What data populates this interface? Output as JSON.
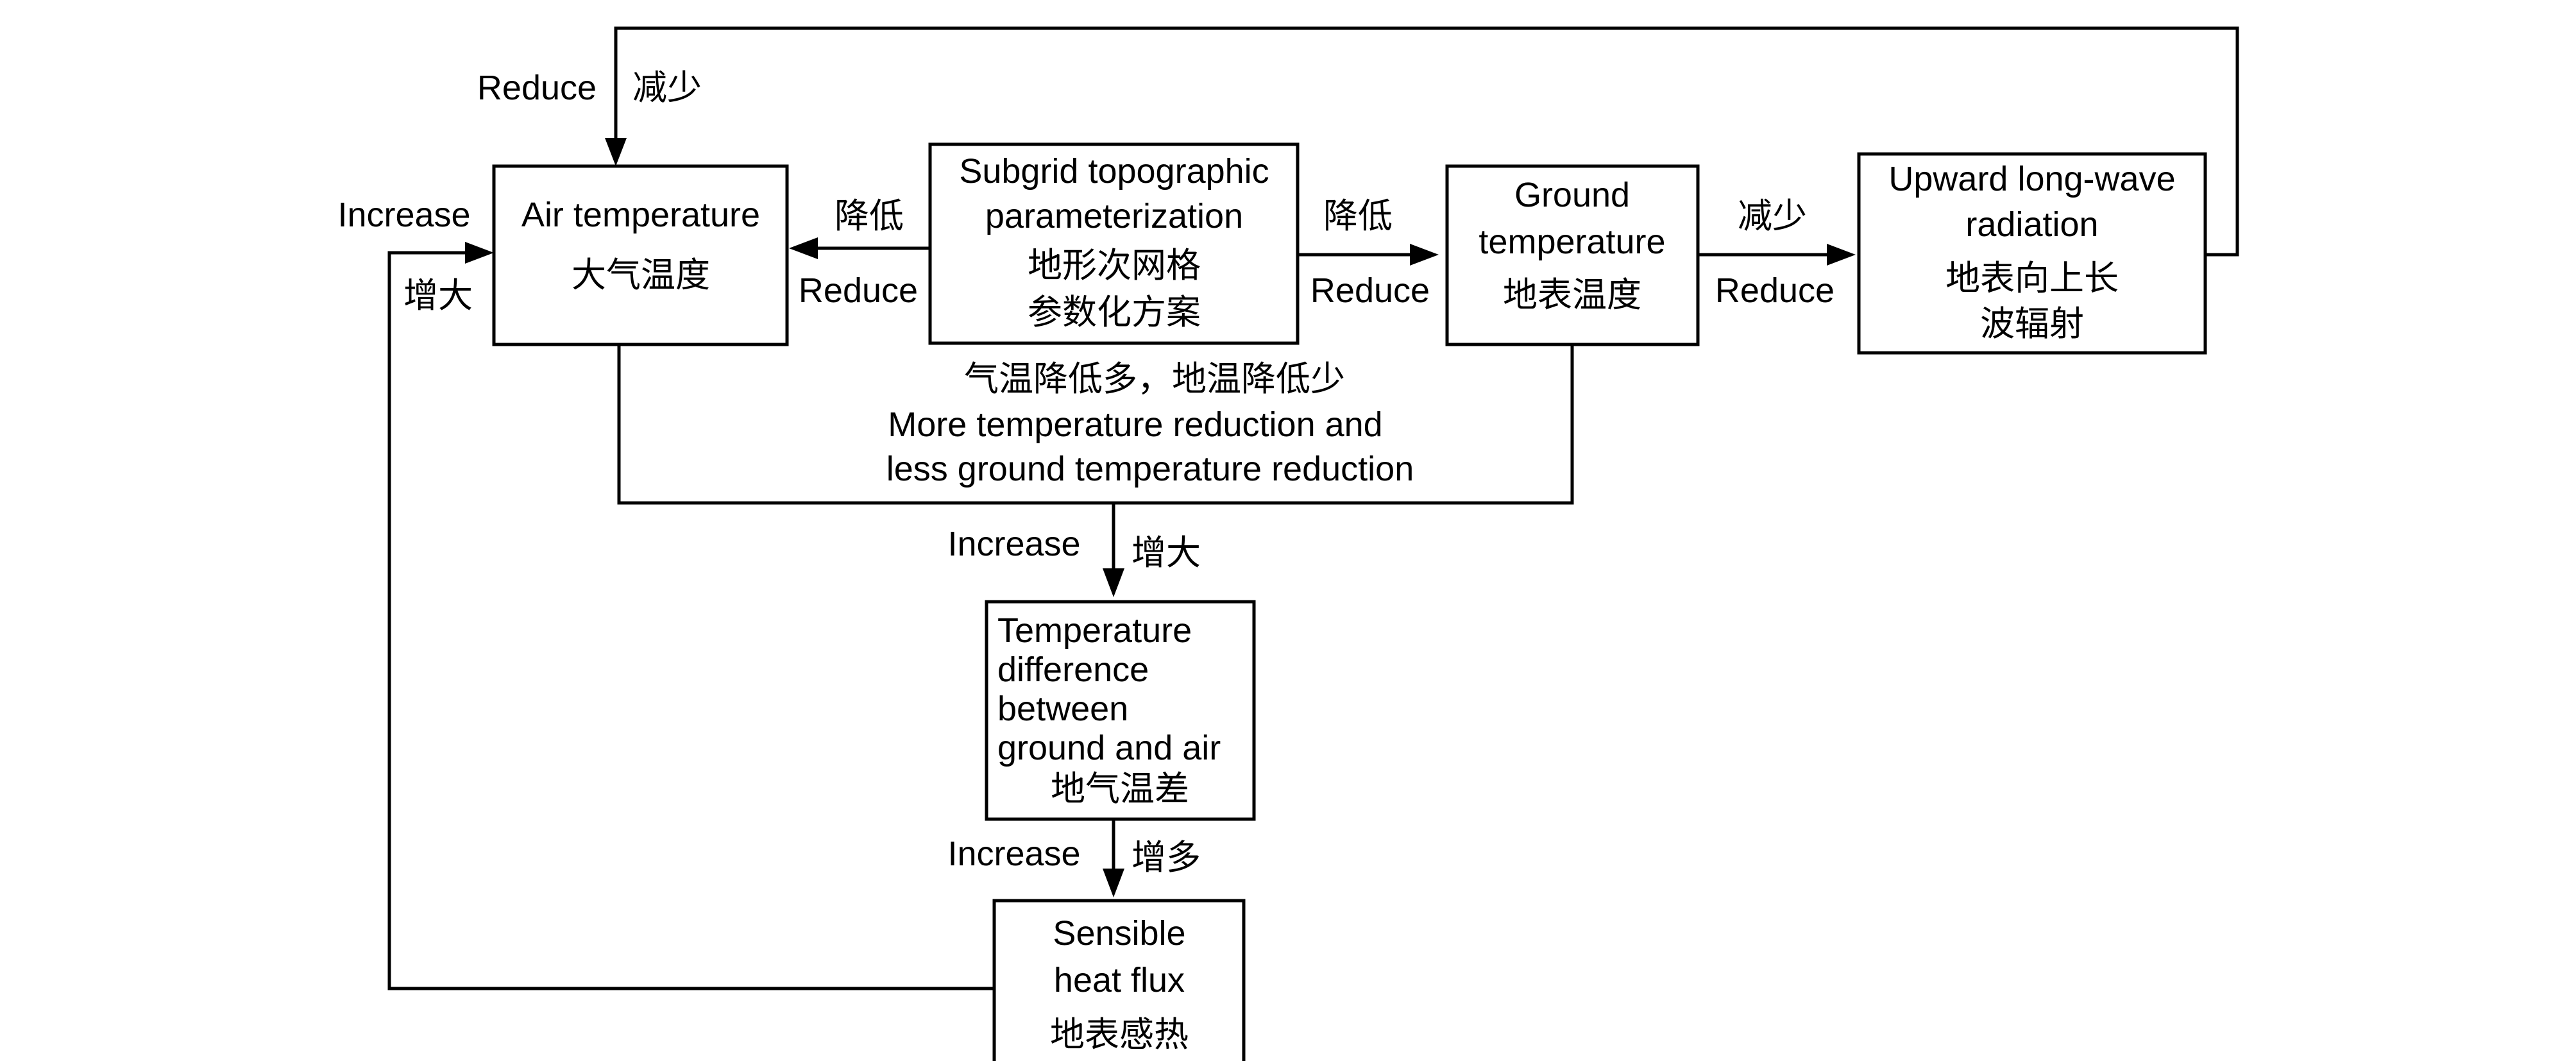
{
  "nodes": {
    "subgrid": {
      "en": [
        "Subgrid topographic",
        "parameterization"
      ],
      "zh": [
        "地形次网格",
        "参数化方案"
      ]
    },
    "air_temperature": {
      "en": [
        "Air temperature"
      ],
      "zh": [
        "大气温度"
      ]
    },
    "ground_temperature": {
      "en": [
        "Ground",
        "temperature"
      ],
      "zh": [
        "地表温度"
      ]
    },
    "upward_longwave": {
      "en": [
        "Upward long-wave",
        "radiation"
      ],
      "zh": [
        "地表向上长",
        "波辐射"
      ]
    },
    "temperature_difference": {
      "en": [
        "Temperature",
        "difference",
        "between",
        "ground and air"
      ],
      "zh": [
        "地气温差"
      ]
    },
    "sensible_heat": {
      "en": [
        "Sensible",
        "heat flux"
      ],
      "zh": [
        "地表感热"
      ]
    }
  },
  "edge_labels": {
    "subgrid_to_air": {
      "zh": "降低",
      "en": "Reduce"
    },
    "subgrid_to_ground": {
      "zh": "降低",
      "en": "Reduce"
    },
    "ground_to_upward": {
      "zh": "减少",
      "en": "Reduce"
    },
    "upward_to_air": {
      "en": "Reduce",
      "zh": "减少"
    },
    "sensible_to_air": {
      "en": "Increase",
      "zh": "增大"
    },
    "combined_note": {
      "zh": "气温降低多，地温降低少",
      "en": [
        "More temperature reduction and",
        "less ground temperature reduction"
      ]
    },
    "to_temperature_difference": {
      "en": "Increase",
      "zh": "增大"
    },
    "to_sensible_heat": {
      "en": "Increase",
      "zh": "增多"
    }
  },
  "colors": {
    "stroke": "#000000",
    "background": "#ffffff",
    "text": "#000000"
  }
}
